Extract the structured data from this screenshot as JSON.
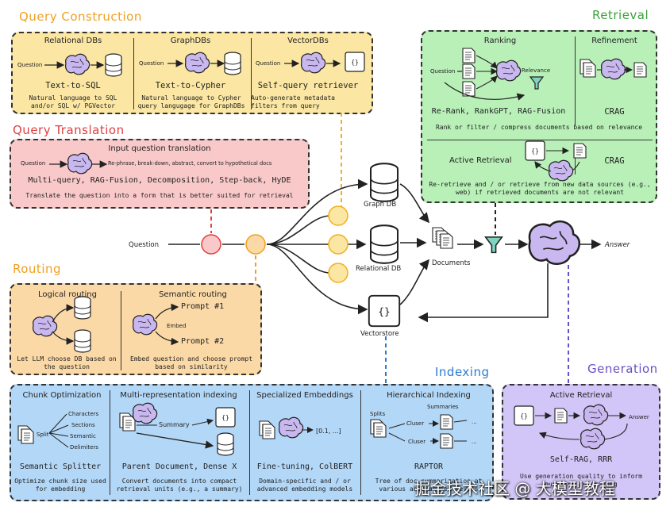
{
  "query_construction": {
    "title": "Query Construction",
    "cols": [
      {
        "header": "Relational DBs",
        "input": "Question",
        "tech": "Text-to-SQL",
        "desc": "Natural language to SQL and/or SQL w/ PGVector"
      },
      {
        "header": "GraphDBs",
        "input": "Question",
        "tech": "Text-to-Cypher",
        "desc": "Natural language to Cypher query langugage for GraphDBs"
      },
      {
        "header": "VectorDBs",
        "input": "Question",
        "tech": "Self-query retriever",
        "desc": "Auto-generate metadata filters from query"
      }
    ]
  },
  "query_translation": {
    "title": "Query Translation",
    "header": "Input question translation",
    "input": "Question",
    "flow": "Re-phrase, break-down, abstract, convert to hypothetical docs",
    "tech": "Multi-query, RAG-Fusion, Decomposition, Step-back, HyDE",
    "desc": "Translate the question into a form that is better suited for retrieval"
  },
  "routing": {
    "title": "Routing",
    "logical": {
      "header": "Logical routing",
      "desc": "Let LLM choose DB based on the question"
    },
    "semantic": {
      "header": "Semantic routing",
      "prompt1": "Prompt #1",
      "prompt2": "Prompt #2",
      "embed": "Embed",
      "desc": "Embed question and choose prompt based on similarity"
    }
  },
  "retrieval": {
    "title": "Retrieval",
    "ranking": {
      "header": "Ranking",
      "input": "Question",
      "relevance": "Relevance",
      "tech": "Re-Rank, RankGPT, RAG-Fusion"
    },
    "refinement": {
      "header": "Refinement",
      "tech": "CRAG"
    },
    "rank_desc": "Rank or filter / compress documents based on relevance",
    "active": {
      "header": "Active Retrieval",
      "tech": "CRAG",
      "desc": "Re-retrieve and / or retrieve from new data sources (e.g., web) if retrieved documents are not relevant"
    }
  },
  "flow": {
    "question": "Question",
    "graph_db": "Graph DB",
    "relational_db": "Relational DB",
    "vectorstore": "Vectorstore",
    "documents": "Documents",
    "answer": "Answer"
  },
  "indexing": {
    "title": "Indexing",
    "chunk": {
      "header": "Chunk Optimization",
      "split": "Split",
      "items": [
        "Characters",
        "Sections",
        "Semantic",
        "Delimiters"
      ],
      "tech": "Semantic Splitter",
      "desc": "Optimize chunk size used for embedding"
    },
    "multirep": {
      "header": "Multi-representation indexing",
      "summary": "Summary",
      "tech": "Parent Document, Dense X",
      "desc": "Convert documents into compact retrieval units (e.g., a summary)"
    },
    "embeddings": {
      "header": "Specialized Embeddings",
      "vector": "[0.1, ...]",
      "tech": "Fine-tuning, ColBERT",
      "desc": "Domain-specific and / or advanced embedding models"
    },
    "hier": {
      "header": "Hierarchical Indexing",
      "splits": "Splits",
      "summaries": "Summaries",
      "cluster": "Cluser",
      "dots": "...",
      "tech": "RAPTOR",
      "desc": "Tree of doc summarization at various abstraction levels"
    }
  },
  "generation": {
    "title": "Generation",
    "header": "Active Retrieval",
    "answer": "Answer",
    "tech": "Self-RAG, RRR",
    "desc": "Use generation quality to inform question re-writing"
  },
  "watermark": "掘金技术社区 @ 大模型教程",
  "colors": {
    "yellow": "#fbe7a3",
    "red": "#f9c9c9",
    "orange": "#fbd9a7",
    "green": "#b8f0b8",
    "blue": "#b3d7f7",
    "purple": "#d2c5f7",
    "title_orange": "#f0a020",
    "title_red": "#e04040",
    "title_green": "#3aa33a",
    "title_blue": "#2b7bd1",
    "title_purple": "#6a4fc7"
  }
}
